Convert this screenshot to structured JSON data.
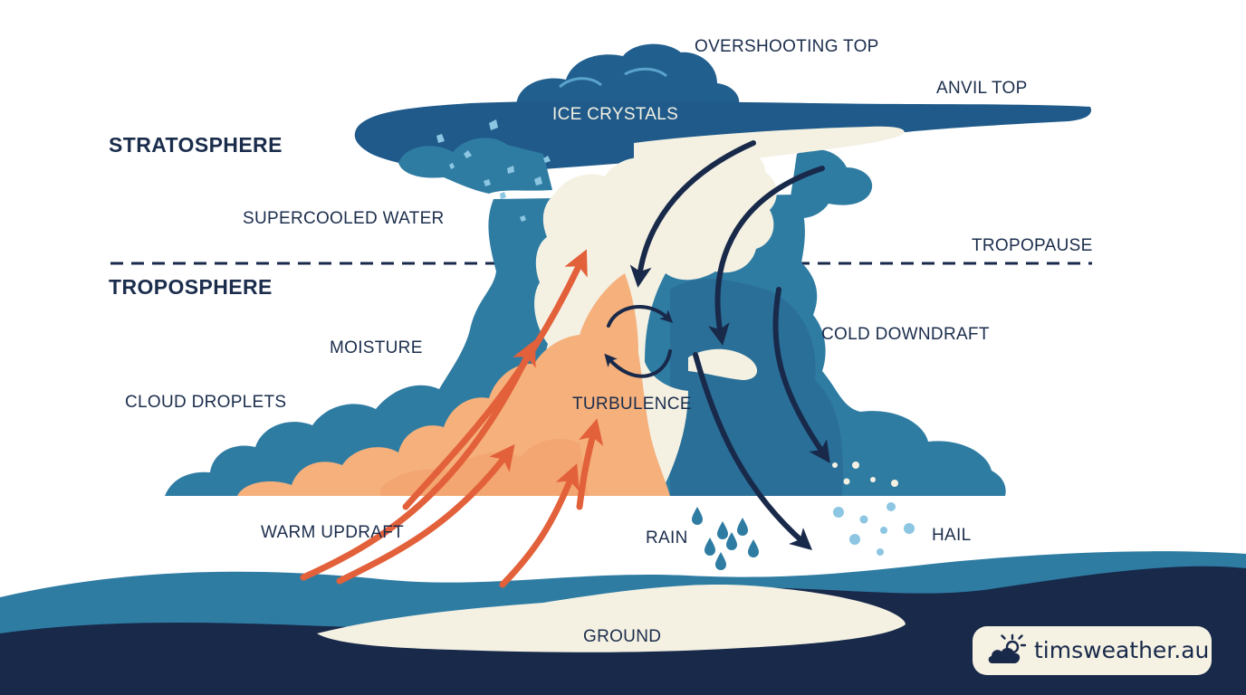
{
  "labels": {
    "overshooting_top": "OVERSHOOTING TOP",
    "anvil_top": "ANVIL TOP",
    "ice_crystals": "ICE CRYSTALS",
    "stratosphere": "STRATOSPHERE",
    "supercooled_water": "SUPERCOOLED WATER",
    "tropopause": "TROPOPAUSE",
    "troposphere": "TROPOSPHERE",
    "moisture": "MOISTURE",
    "cold_downdraft": "COLD DOWNDRAFT",
    "cloud_droplets": "CLOUD DROPLETS",
    "turbulence": "TURBULENCE",
    "warm_updraft": "WARM UPDRAFT",
    "rain": "RAIN",
    "hail": "HAIL",
    "ground": "GROUND"
  },
  "brand": {
    "text": "timsweather.au",
    "icon": "sun-cloud-icon"
  },
  "colors": {
    "navy": "#18294a",
    "cloud_blue": "#2f7ca3",
    "dark_blue": "#1f5a8a",
    "cream": "#f4f1e3",
    "updraft_orange": "#e2603a",
    "warm_core": "#f5b07c",
    "ice_light": "#8cc6e2"
  }
}
